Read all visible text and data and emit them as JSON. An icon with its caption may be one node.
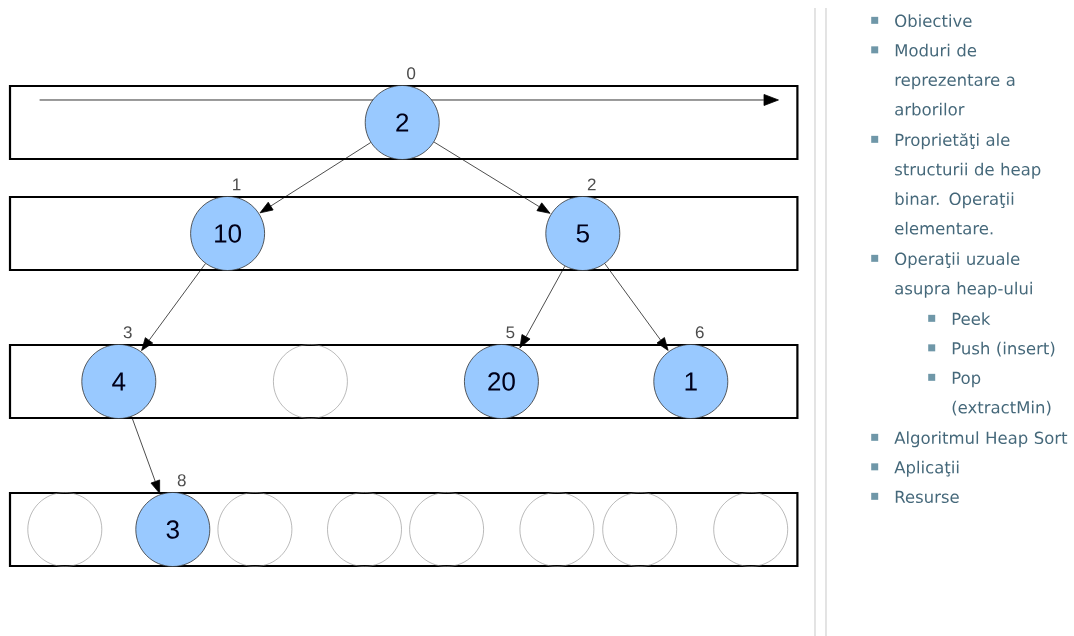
{
  "diagram": {
    "nodes": [
      {
        "text": [],
        "shape": "box"
      },
      {
        "text": [
          "2"
        ],
        "in": 0,
        "beside": [
          "0"
        ]
      },
      {
        "text": [],
        "shape": "box"
      },
      {
        "text": [
          "10"
        ],
        "in": 2,
        "beside": [
          "1"
        ]
      },
      {
        "text": [
          "5"
        ],
        "in": 2,
        "beside": [
          "2"
        ]
      },
      {
        "text": [],
        "shape": "box"
      },
      {
        "text": [
          "4"
        ],
        "in": 5,
        "beside": [
          "3"
        ]
      },
      {
        "text": [],
        "shape": "circle",
        "in": 5
      },
      {
        "text": [
          "20"
        ],
        "in": 5,
        "beside": [
          "5"
        ]
      },
      {
        "text": [
          "1"
        ],
        "in": 5,
        "beside": [
          "6"
        ]
      },
      {
        "text": [],
        "shape": "box"
      },
      {
        "text": [],
        "shape": "circle",
        "in": 10
      },
      {
        "text": [
          "3"
        ],
        "in": 10,
        "beside": [
          "8"
        ]
      },
      {
        "text": [],
        "shape": "circle",
        "in": 10
      },
      {
        "text": [],
        "shape": "circle",
        "in": 10
      },
      {
        "text": [],
        "shape": "circle",
        "in": 10
      },
      {
        "text": [],
        "shape": "circle",
        "in": 10
      },
      {
        "text": [],
        "shape": "circle",
        "in": 10
      },
      {
        "text": [],
        "shape": "circle",
        "in": 10
      }
    ],
    "edges": [
      {
        "from": 1,
        "to": 3,
        "arrow": "to"
      },
      {
        "from": 1,
        "to": 4,
        "arrow": "to"
      },
      {
        "from": 3,
        "to": 6,
        "arrow": "to"
      },
      {
        "from": 4,
        "to": 8,
        "arrow": "to"
      },
      {
        "from": 4,
        "to": 9,
        "arrow": "to"
      },
      {
        "from": 6,
        "to": 12,
        "arrow": "to"
      }
    ],
    "labels": [
      "Obiective",
      "Moduri de reprezentare a arborilor",
      "Proprietăţi ale structurii de heap binar. Operaţii elementare.",
      "Operaţii uzuale asupra heap-ului",
      "Peek",
      "Push (insert)",
      "Pop (extractMin)",
      "Algoritmul Heap Sort",
      "Aplicaţii",
      "Resurse"
    ]
  }
}
